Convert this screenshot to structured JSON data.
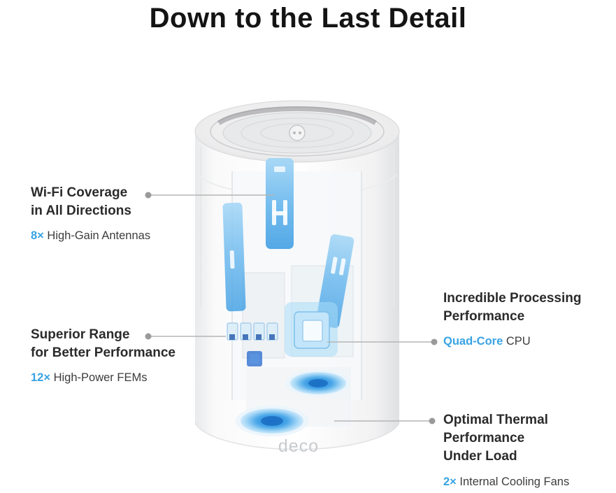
{
  "page": {
    "title": "Down to the Last Detail",
    "background": "#ffffff"
  },
  "colors": {
    "accent_blue": "#38a3e4",
    "heading_text": "#2b2b2b",
    "body_text": "#3d3d3d",
    "callout_line": "#b5b5b5",
    "callout_dot": "#9a9a9a"
  },
  "callouts": [
    {
      "id": "antennas",
      "heading": "Wi-Fi Coverage\nin All Directions",
      "highlight": "8×",
      "text": " High-Gain Antennas",
      "side": "left"
    },
    {
      "id": "fems",
      "heading": "Superior Range\nfor Better Performance",
      "highlight": "12×",
      "text": " High-Power FEMs",
      "side": "left"
    },
    {
      "id": "cpu",
      "heading": "Incredible Processing\nPerformance",
      "highlight": "Quad-Core",
      "text": " CPU",
      "side": "right"
    },
    {
      "id": "fans",
      "heading": "Optimal Thermal\nPerformance\nUnder Load",
      "highlight": "2×",
      "text": " Internal Cooling Fans",
      "side": "right"
    }
  ],
  "device": {
    "brand": "deco",
    "type": "mesh-router-cutaway"
  }
}
